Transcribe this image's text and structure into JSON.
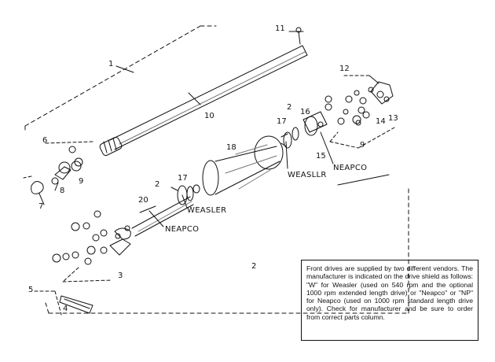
{
  "callouts": {
    "c1": "1",
    "c2a": "2",
    "c2b": "2",
    "c2c": "2",
    "c3": "3",
    "c4": "4",
    "c5": "5",
    "c6": "6",
    "c7": "7",
    "c8": "8",
    "c9a": "9",
    "c9b": "9",
    "c10": "10",
    "c11": "11",
    "c12": "12",
    "c13": "13",
    "c14": "14",
    "c15": "15",
    "c16": "16",
    "c17a": "17",
    "c17b": "17",
    "c18": "18",
    "c20": "20"
  },
  "vendor_labels": {
    "weasler_right": "WEASLLR",
    "neapco_right": "NEAPCO",
    "weasler_left": "WEASLER",
    "neapco_left": "NEAPCO"
  },
  "note": "Front drives are supplied by two different vendors. The manufacturer is indicated on the drive shield as follows: \"W\" for Weasler (used on 540 rpm and the optional 1000 rpm extended length drive) or \"Neapco\" or \"NP\" for Neapco (used on 1000 rpm standard length drive only). Check for manufacturer and be sure to order from correct parts column."
}
